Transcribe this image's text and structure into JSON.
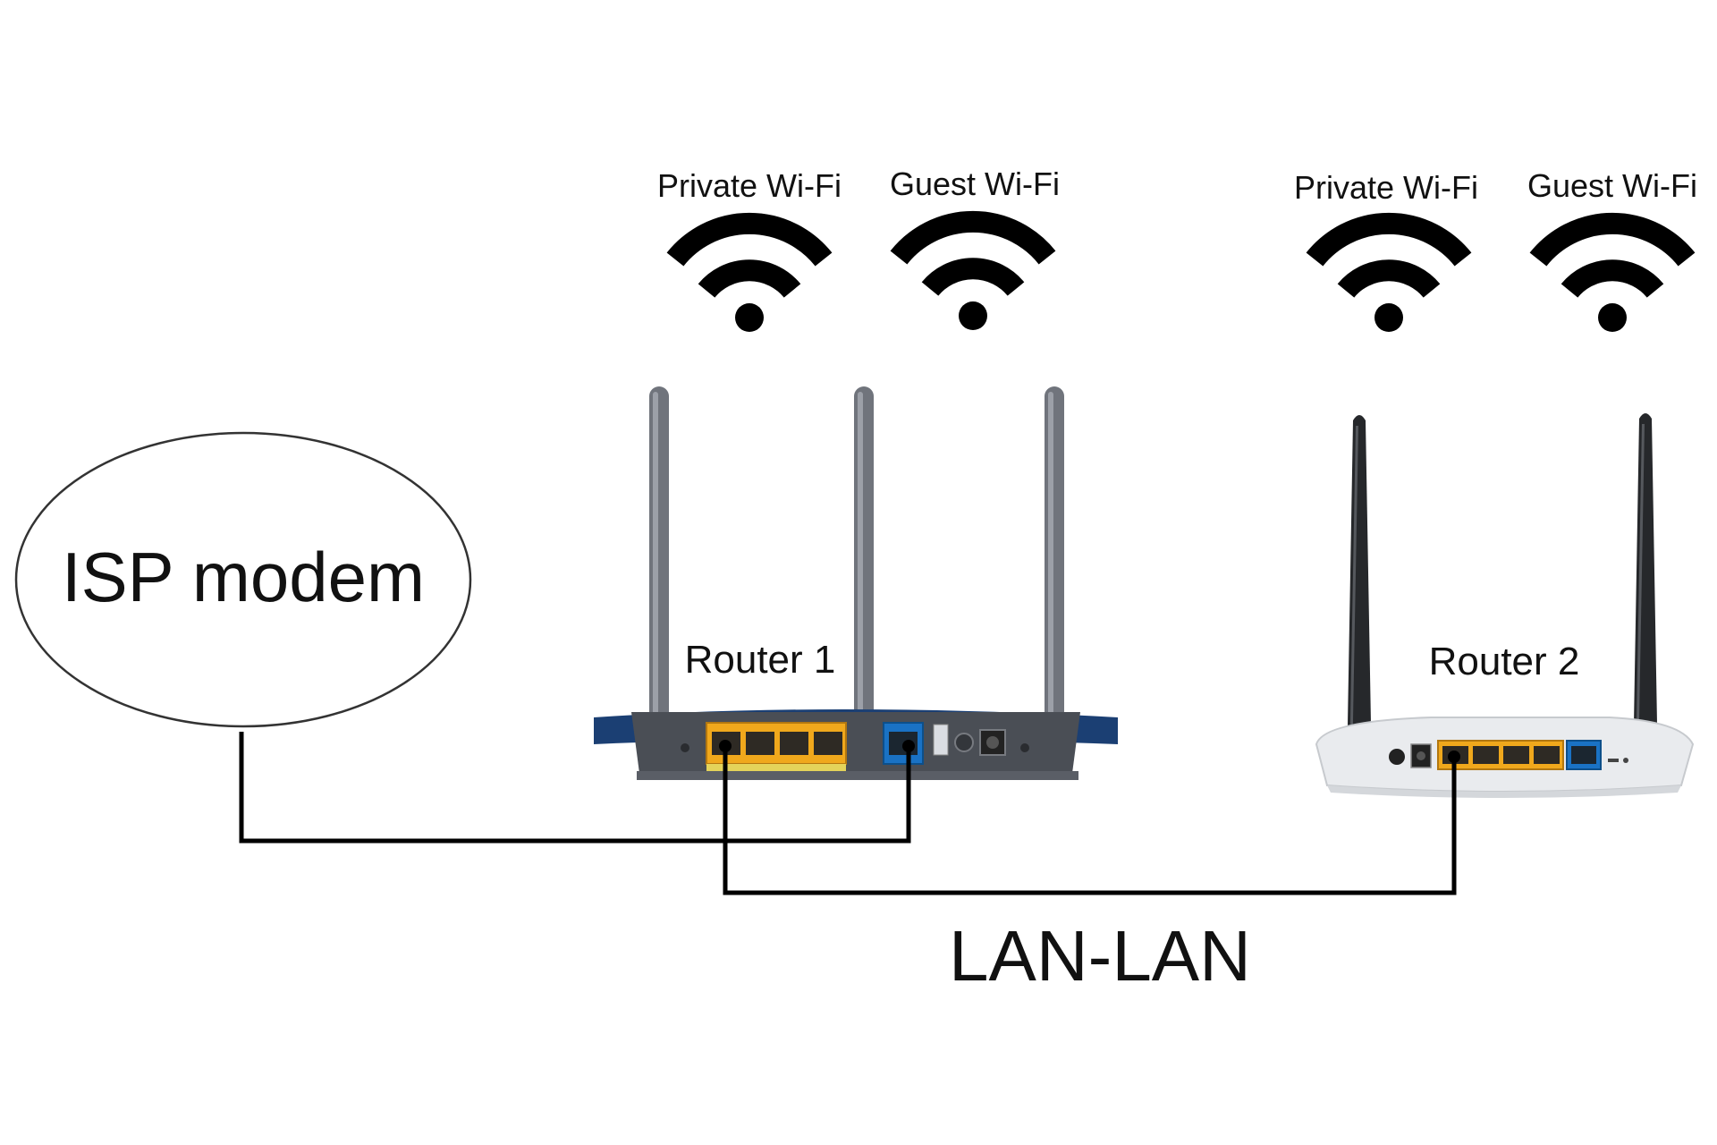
{
  "modem": {
    "label": "ISP modem"
  },
  "routers": [
    {
      "label": "Router 1",
      "networks": [
        "Private Wi-Fi",
        "Guest Wi-Fi"
      ]
    },
    {
      "label": "Router 2",
      "networks": [
        "Private Wi-Fi",
        "Guest Wi-Fi"
      ]
    }
  ],
  "connection": {
    "label": "LAN-LAN"
  },
  "colors": {
    "line": "#000000",
    "lan_port": "#f0a81c",
    "wan_port": "#1a72c4",
    "router1_body": "#4a4e55",
    "router1_trim": "#1b3f73",
    "router2_body": "#e9ebee"
  }
}
